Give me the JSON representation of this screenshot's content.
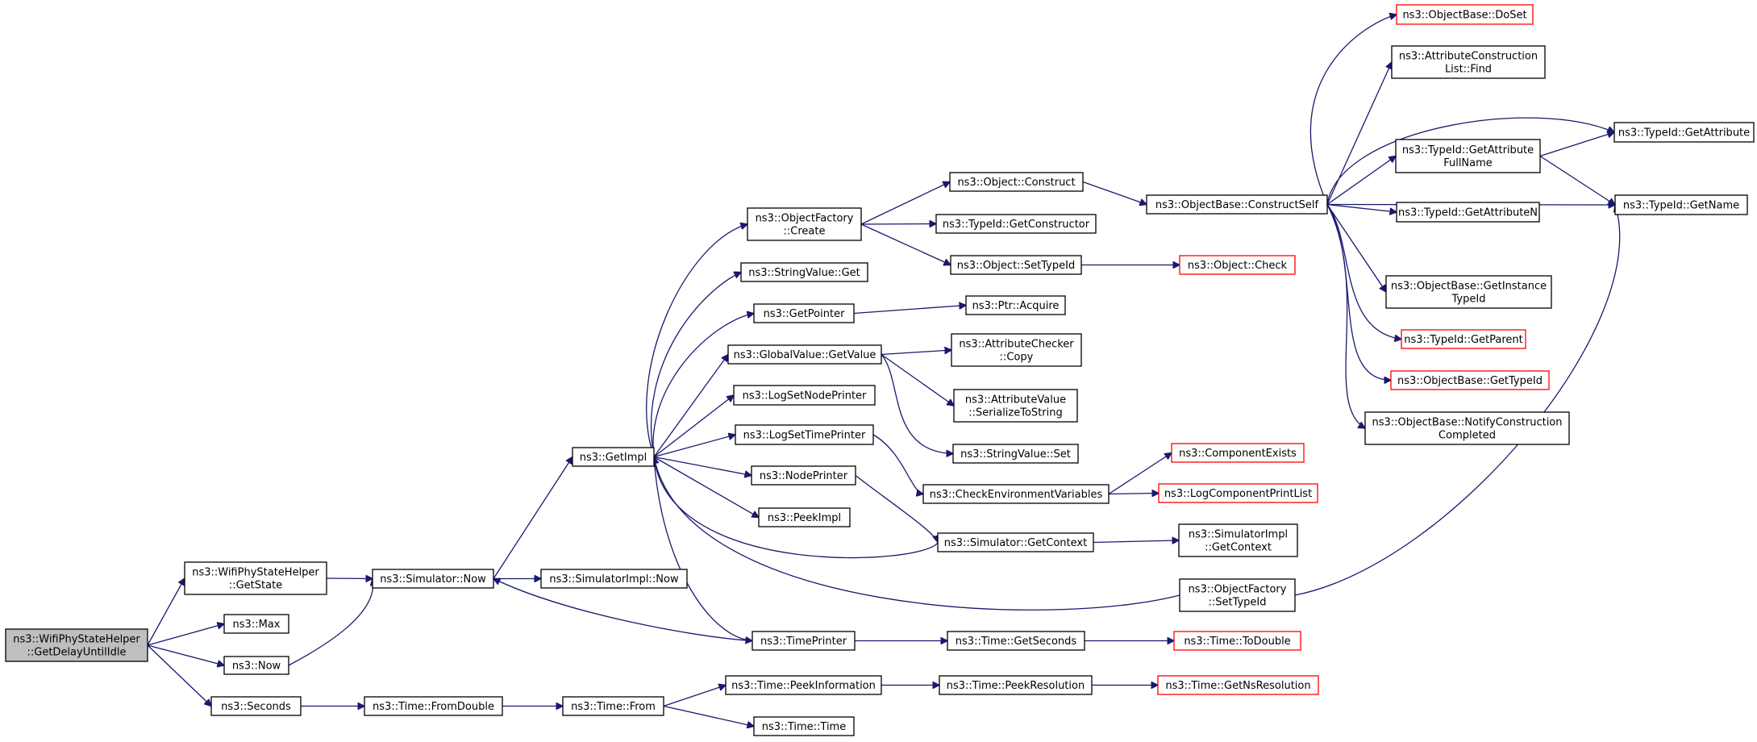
{
  "colors": {
    "edge": "#191970",
    "node_border": "#000000",
    "node_border_incomplete": "#ff0000",
    "root_fill": "#bfbfbf",
    "background": "#ffffff"
  },
  "nodes": [
    {
      "id": "root",
      "lines": [
        "ns3::WifiPhyStateHelper",
        "::GetDelayUntilIdle"
      ],
      "style": "root"
    },
    {
      "id": "getstate",
      "lines": [
        "ns3::WifiPhyStateHelper",
        "::GetState"
      ]
    },
    {
      "id": "max",
      "lines": [
        "ns3::Max"
      ]
    },
    {
      "id": "now",
      "lines": [
        "ns3::Now"
      ]
    },
    {
      "id": "seconds",
      "lines": [
        "ns3::Seconds"
      ]
    },
    {
      "id": "simnow",
      "lines": [
        "ns3::Simulator::Now"
      ]
    },
    {
      "id": "simimplnow",
      "lines": [
        "ns3::SimulatorImpl::Now"
      ]
    },
    {
      "id": "getimpl",
      "lines": [
        "ns3::GetImpl"
      ]
    },
    {
      "id": "fromdouble",
      "lines": [
        "ns3::Time::FromDouble"
      ]
    },
    {
      "id": "timefrom",
      "lines": [
        "ns3::Time::From"
      ]
    },
    {
      "id": "ofcreate",
      "lines": [
        "ns3::ObjectFactory",
        "::Create"
      ]
    },
    {
      "id": "svget",
      "lines": [
        "ns3::StringValue::Get"
      ]
    },
    {
      "id": "getpointer",
      "lines": [
        "ns3::GetPointer"
      ]
    },
    {
      "id": "gvgetvalue",
      "lines": [
        "ns3::GlobalValue::GetValue"
      ]
    },
    {
      "id": "lsnp",
      "lines": [
        "ns3::LogSetNodePrinter"
      ]
    },
    {
      "id": "lstp",
      "lines": [
        "ns3::LogSetTimePrinter"
      ]
    },
    {
      "id": "nodeprinter",
      "lines": [
        "ns3::NodePrinter"
      ]
    },
    {
      "id": "peekimpl",
      "lines": [
        "ns3::PeekImpl"
      ]
    },
    {
      "id": "timeprinter",
      "lines": [
        "ns3::TimePrinter"
      ]
    },
    {
      "id": "peekinfo",
      "lines": [
        "ns3::Time::PeekInformation"
      ]
    },
    {
      "id": "timetime",
      "lines": [
        "ns3::Time::Time"
      ]
    },
    {
      "id": "objconstruct",
      "lines": [
        "ns3::Object::Construct"
      ]
    },
    {
      "id": "tidgetctor",
      "lines": [
        "ns3::TypeId::GetConstructor"
      ]
    },
    {
      "id": "objsettypeid",
      "lines": [
        "ns3::Object::SetTypeId"
      ]
    },
    {
      "id": "ptracquire",
      "lines": [
        "ns3::Ptr::Acquire"
      ]
    },
    {
      "id": "acopy",
      "lines": [
        "ns3::AttributeChecker",
        "::Copy"
      ]
    },
    {
      "id": "avser",
      "lines": [
        "ns3::AttributeValue",
        "::SerializeToString"
      ]
    },
    {
      "id": "svset",
      "lines": [
        "ns3::StringValue::Set"
      ]
    },
    {
      "id": "checkenv",
      "lines": [
        "ns3::CheckEnvironmentVariables"
      ]
    },
    {
      "id": "simgetctx",
      "lines": [
        "ns3::Simulator::GetContext"
      ]
    },
    {
      "id": "gettime_seconds",
      "lines": [
        "ns3::Time::GetSeconds"
      ]
    },
    {
      "id": "peekres",
      "lines": [
        "ns3::Time::PeekResolution"
      ]
    },
    {
      "id": "constructself",
      "lines": [
        "ns3::ObjectBase::ConstructSelf"
      ]
    },
    {
      "id": "objcheck",
      "lines": [
        "ns3::Object::Check"
      ],
      "style": "red"
    },
    {
      "id": "compexists",
      "lines": [
        "ns3::ComponentExists"
      ],
      "style": "red"
    },
    {
      "id": "logcpl",
      "lines": [
        "ns3::LogComponentPrintList"
      ],
      "style": "red"
    },
    {
      "id": "simimplgetctx",
      "lines": [
        "ns3::SimulatorImpl",
        "::GetContext"
      ]
    },
    {
      "id": "ofsettypeid",
      "lines": [
        "ns3::ObjectFactory",
        "::SetTypeId"
      ]
    },
    {
      "id": "todouble",
      "lines": [
        "ns3::Time::ToDouble"
      ],
      "style": "red"
    },
    {
      "id": "getnsres",
      "lines": [
        "ns3::Time::GetNsResolution"
      ],
      "style": "red"
    },
    {
      "id": "doset",
      "lines": [
        "ns3::ObjectBase::DoSet"
      ],
      "style": "red"
    },
    {
      "id": "aclfind",
      "lines": [
        "ns3::AttributeConstruction",
        "List::Find"
      ]
    },
    {
      "id": "tidgafn",
      "lines": [
        "ns3::TypeId::GetAttribute",
        "FullName"
      ]
    },
    {
      "id": "tidgan",
      "lines": [
        "ns3::TypeId::GetAttributeN"
      ]
    },
    {
      "id": "obgit",
      "lines": [
        "ns3::ObjectBase::GetInstance",
        "TypeId"
      ]
    },
    {
      "id": "tidgetparent",
      "lines": [
        "ns3::TypeId::GetParent"
      ],
      "style": "red"
    },
    {
      "id": "obgettypeid",
      "lines": [
        "ns3::ObjectBase::GetTypeId"
      ],
      "style": "red"
    },
    {
      "id": "obncc",
      "lines": [
        "ns3::ObjectBase::NotifyConstruction",
        "Completed"
      ]
    },
    {
      "id": "tidgetattr",
      "lines": [
        "ns3::TypeId::GetAttribute"
      ]
    },
    {
      "id": "tidgetname",
      "lines": [
        "ns3::TypeId::GetName"
      ]
    }
  ]
}
